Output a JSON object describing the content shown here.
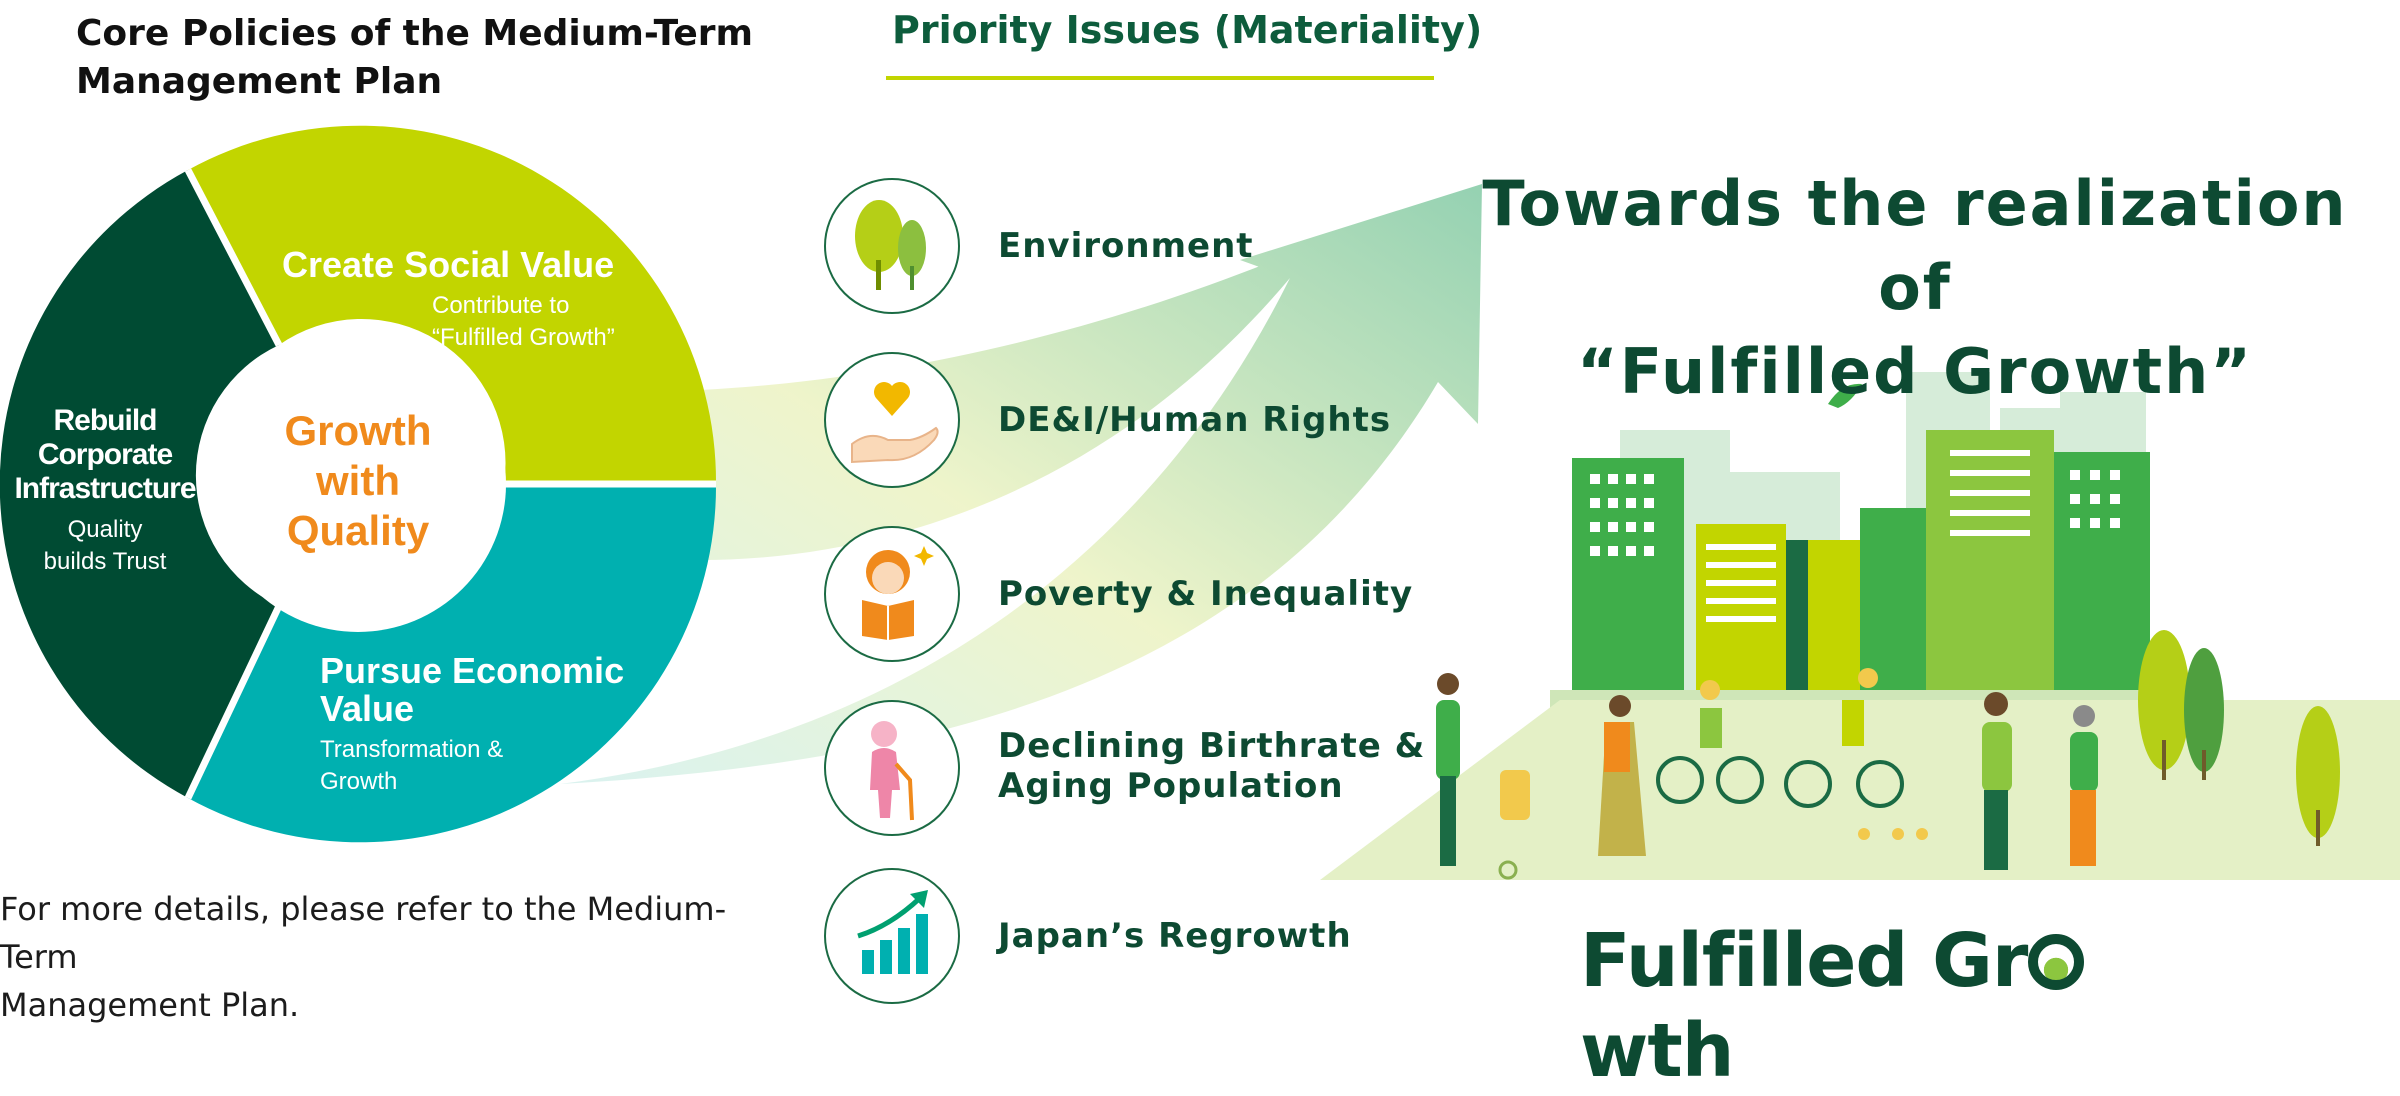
{
  "core": {
    "title_line1": "Core Policies of the Medium-Term",
    "title_line2": "Management Plan",
    "center_line1": "Growth",
    "center_line2": "with",
    "center_line3": "Quality",
    "center_color": "#f08a1c",
    "segments": {
      "create_social_value": {
        "title": "Create Social Value",
        "sub_line1": "Contribute to",
        "sub_line2": "“Fulfilled Growth”",
        "color": "#c2d500"
      },
      "pursue_economic_value": {
        "title_line1": "Pursue Economic",
        "title_line2": "Value",
        "sub_line1": "Transformation &",
        "sub_line2": "Growth",
        "color": "#00b0b0"
      },
      "rebuild_infrastructure": {
        "title_line1": "Rebuild",
        "title_line2": "Corporate",
        "title_line3": "Infrastructure",
        "sub_line1": "Quality",
        "sub_line2": "builds Trust",
        "color": "#004b33"
      }
    }
  },
  "footnote": {
    "line1": "For more details, please refer to the Medium-Term",
    "line2": "Management Plan."
  },
  "priority": {
    "title": "Priority Issues (Materiality)",
    "underline_color": "#c2d500",
    "issues": [
      {
        "label": "Environment",
        "icon": "trees-icon"
      },
      {
        "label": "DE&I/Human Rights",
        "icon": "heart-in-hand-icon"
      },
      {
        "label": "Poverty & Inequality",
        "icon": "child-reading-icon"
      },
      {
        "label_line1": "Declining Birthrate &",
        "label_line2": "Aging Population",
        "icon": "elderly-person-icon"
      },
      {
        "label": "Japan’s Regrowth",
        "icon": "growth-chart-icon"
      }
    ]
  },
  "vision": {
    "line1": "Towards the realization of",
    "line2": "“Fulfilled Growth”",
    "brand_prefix": "Fulfilled Gr",
    "brand_suffix": "wth",
    "text_color": "#0d4a32"
  }
}
